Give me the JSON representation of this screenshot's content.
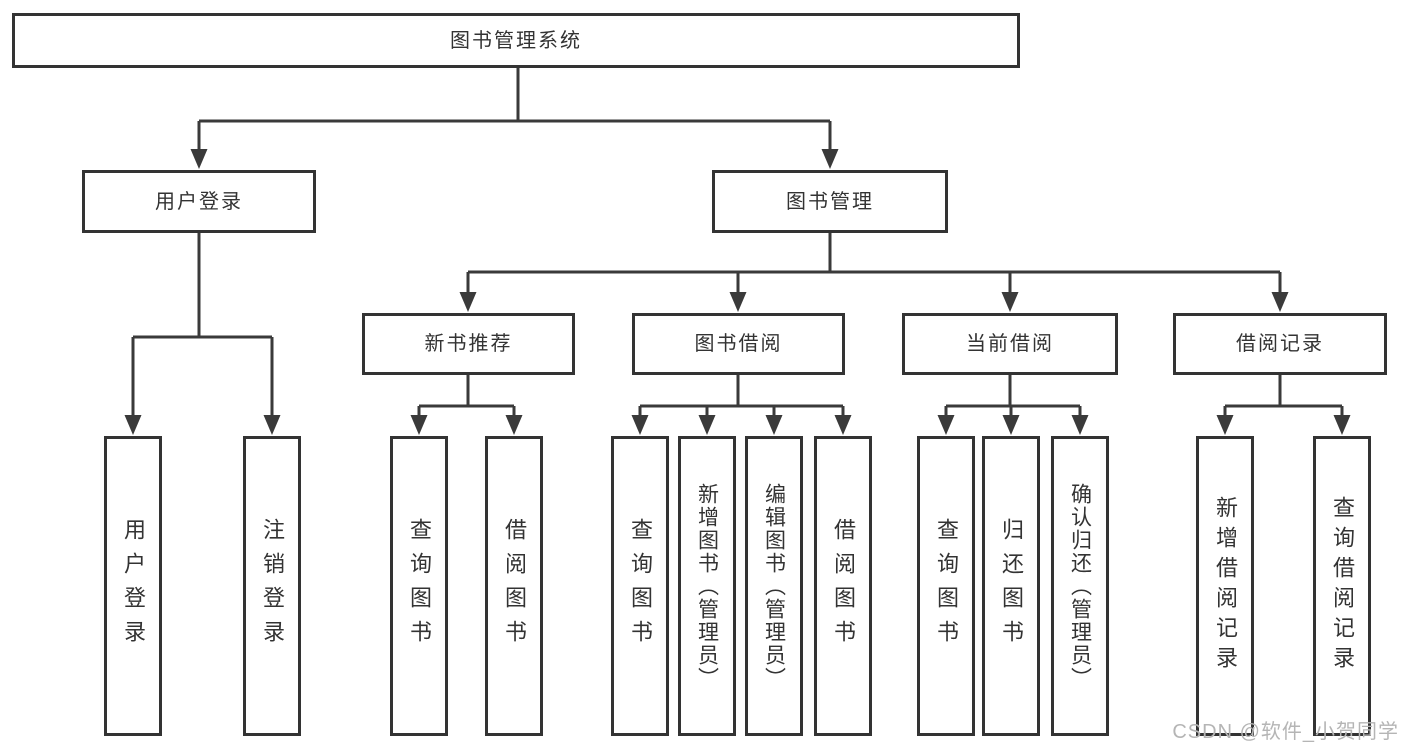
{
  "tree": {
    "root": "图书管理系统",
    "branches": [
      {
        "label": "用户登录",
        "children": [
          "用户登录",
          "注销登录"
        ]
      },
      {
        "label": "图书管理",
        "groups": [
          {
            "label": "新书推荐",
            "children": [
              "查询图书",
              "借阅图书"
            ]
          },
          {
            "label": "图书借阅",
            "children": [
              "查询图书",
              "新增图书（管理员）",
              "编辑图书（管理员）",
              "借阅图书"
            ]
          },
          {
            "label": "当前借阅",
            "children": [
              "查询图书",
              "归还图书",
              "确认归还（管理员）"
            ]
          },
          {
            "label": "借阅记录",
            "children": [
              "新增借阅记录",
              "查询借阅记录"
            ]
          }
        ]
      }
    ]
  },
  "watermark": "CSDN @软件_小贺同学",
  "colors": {
    "line": "#3a3a3a",
    "box_border": "#333333",
    "text": "#333333",
    "watermark": "#b5b5b5",
    "background": "#ffffff"
  }
}
